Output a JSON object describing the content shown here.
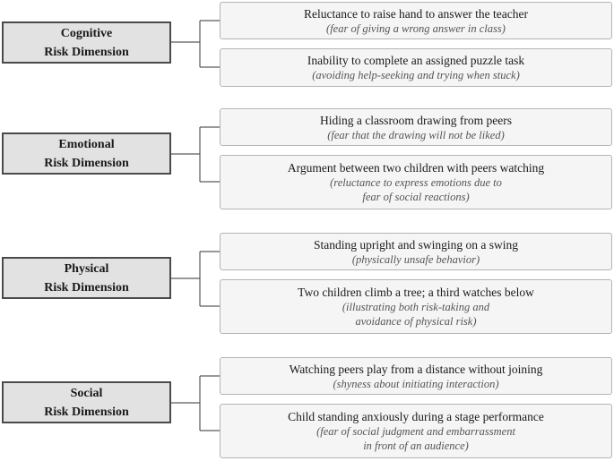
{
  "dimensions": [
    {
      "label_line1": "Cognitive",
      "label_line2": "Risk Dimension",
      "examples": [
        {
          "main": "Reluctance to raise hand to answer the teacher",
          "sub_lines": [
            "(fear of giving a wrong answer in class)"
          ]
        },
        {
          "main": "Inability to complete an assigned puzzle task",
          "sub_lines": [
            "(avoiding help-seeking and trying when stuck)"
          ]
        }
      ]
    },
    {
      "label_line1": "Emotional",
      "label_line2": "Risk Dimension",
      "examples": [
        {
          "main": "Hiding a classroom drawing from peers",
          "sub_lines": [
            "(fear that the drawing will not be liked)"
          ]
        },
        {
          "main": "Argument between two children with peers watching",
          "sub_lines": [
            "(reluctance to express emotions due to",
            "fear of social reactions)"
          ]
        }
      ]
    },
    {
      "label_line1": "Physical",
      "label_line2": "Risk Dimension",
      "examples": [
        {
          "main": "Standing upright and swinging on a swing",
          "sub_lines": [
            "(physically unsafe behavior)"
          ]
        },
        {
          "main": "Two children climb a tree; a third watches below",
          "sub_lines": [
            "(illustrating both risk-taking and",
            "avoidance of physical risk)"
          ]
        }
      ]
    },
    {
      "label_line1": "Social",
      "label_line2": "Risk Dimension",
      "examples": [
        {
          "main": "Watching peers play from a distance without joining",
          "sub_lines": [
            "(shyness about initiating interaction)"
          ]
        },
        {
          "main": "Child standing anxiously during a stage performance",
          "sub_lines": [
            "(fear of social judgment and embarrassment",
            "in front of an audience)"
          ]
        }
      ]
    }
  ]
}
